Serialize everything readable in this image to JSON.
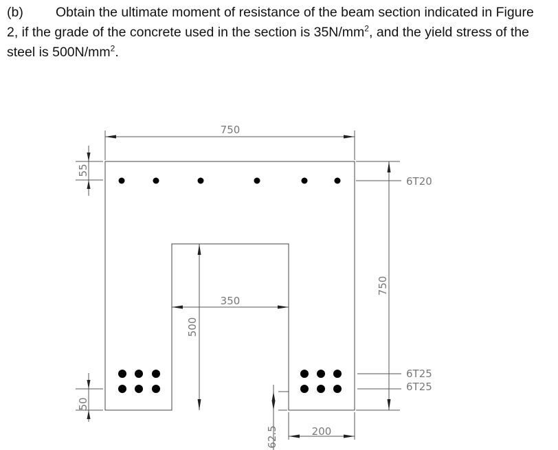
{
  "question": {
    "part_label": "(b)",
    "line1": "Obtain the ultimate moment of resistance of the beam section indicated in Figure",
    "line2_a": "2, if the grade of the concrete used in the section is 35N/mm",
    "line2_sup": "2",
    "line2_b": ", and the yield stress of the",
    "line3_a": "steel is 500N/mm",
    "line3_sup": "2",
    "line3_b": "."
  },
  "figure": {
    "dimensions": {
      "overall_width": "750",
      "overall_depth": "750",
      "top_cover": "55",
      "bottom_cover": "50",
      "opening_width": "350",
      "opening_depth": "500",
      "leg_width": "200",
      "offset": "62.5"
    },
    "reinforcement": {
      "top": "6T20",
      "bottom_row1": "6T25",
      "bottom_row2": "6T25"
    },
    "colors": {
      "lines": "#444444",
      "text": "#777777",
      "bars": "#000000"
    }
  }
}
